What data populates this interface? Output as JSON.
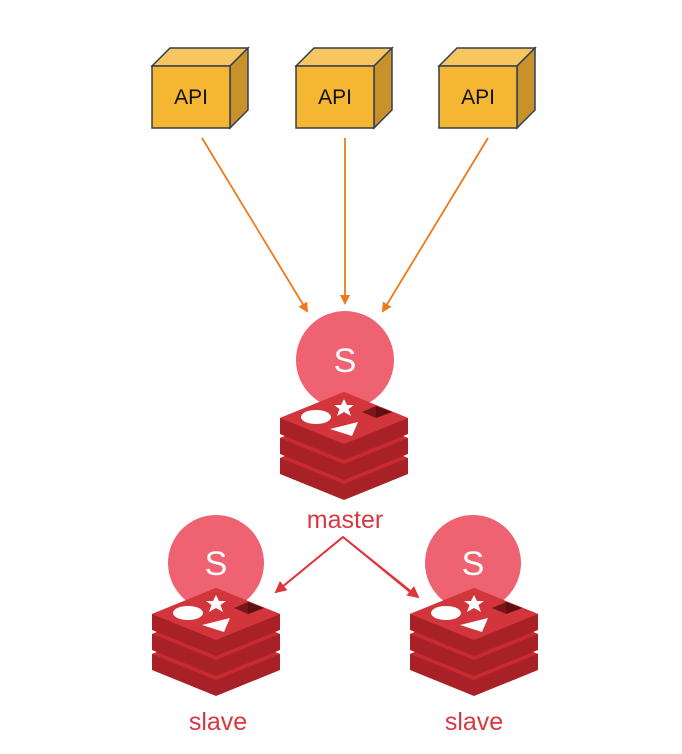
{
  "diagram": {
    "apis": [
      {
        "label": "API"
      },
      {
        "label": "API"
      },
      {
        "label": "API"
      }
    ],
    "master": {
      "badge": "S",
      "label": "master"
    },
    "slaves": [
      {
        "badge": "S",
        "label": "slave"
      },
      {
        "badge": "S",
        "label": "slave"
      }
    ],
    "edges": [
      {
        "from": "api-1",
        "to": "master"
      },
      {
        "from": "api-2",
        "to": "master"
      },
      {
        "from": "api-3",
        "to": "master"
      },
      {
        "from": "master",
        "to": "slave-1"
      },
      {
        "from": "master",
        "to": "slave-2"
      }
    ],
    "colors": {
      "api_front": "#F5B731",
      "api_top": "#F8C660",
      "api_side": "#C8912A",
      "api_edge": "#2E3F58",
      "api_arrow": "#EC7A1C",
      "badge": "#EE6271",
      "redis_top": "#D2353B",
      "redis_side": "#A82127",
      "replication_arrow": "#E0353C",
      "label": "#D9373F"
    }
  }
}
